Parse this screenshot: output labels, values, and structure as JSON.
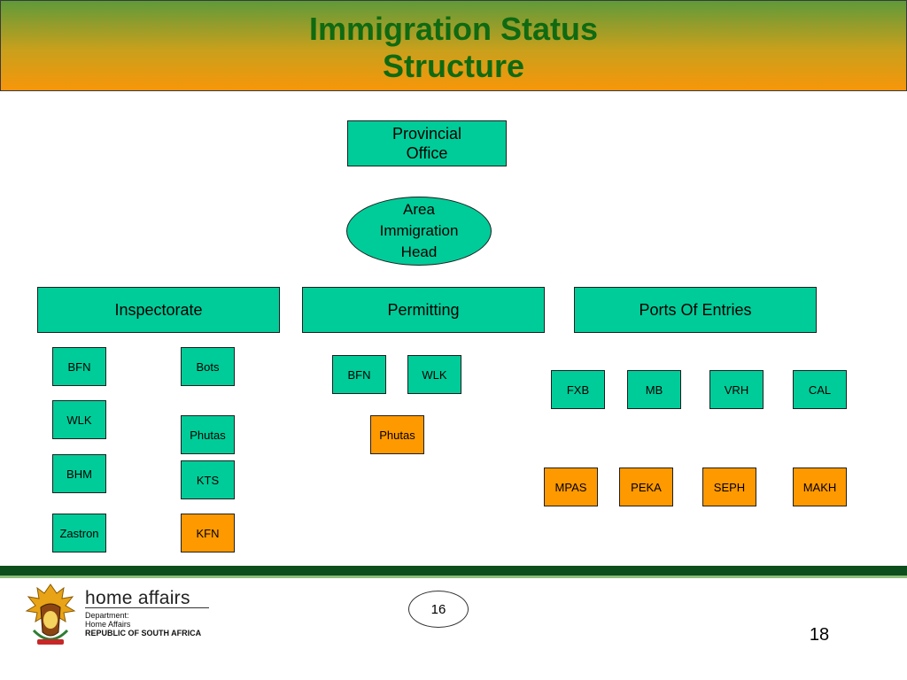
{
  "title": {
    "line1": "Immigration Status",
    "line2": "Structure"
  },
  "provincial_office": {
    "line1": "Provincial",
    "line2": "Office"
  },
  "area_head": {
    "line1": "Area",
    "line2": "Immigration",
    "line3": "Head"
  },
  "divisions": {
    "inspectorate": "Inspectorate",
    "permitting": "Permitting",
    "ports": "Ports Of Entries"
  },
  "inspectorate_offices": {
    "bfn": "BFN",
    "bots": "Bots",
    "wlk": "WLK",
    "phutas": "Phutas",
    "bhm": "BHM",
    "kts": "KTS",
    "zastron": "Zastron",
    "kfn": "KFN"
  },
  "permitting_offices": {
    "bfn": "BFN",
    "wlk": "WLK",
    "phutas": "Phutas"
  },
  "ports_offices": {
    "fxb": "FXB",
    "mb": "MB",
    "vrh": "VRH",
    "cal": "CAL",
    "mpas": "MPAS",
    "peka": "PEKA",
    "seph": "SEPH",
    "makh": "MAKH"
  },
  "colors": {
    "box_green": "#00cc99",
    "box_orange": "#ff9900",
    "title_green": "#0f6a12",
    "footer_bar": "#0d4e1c"
  },
  "footer": {
    "brand": "home affairs",
    "dept_line1": "Department:",
    "dept_line2": "Home Affairs",
    "dept_line3": "REPUBLIC OF SOUTH AFRICA",
    "page_badge": "16",
    "slide_number": "18"
  },
  "icons": {
    "crest": "coat-of-arms-icon"
  }
}
